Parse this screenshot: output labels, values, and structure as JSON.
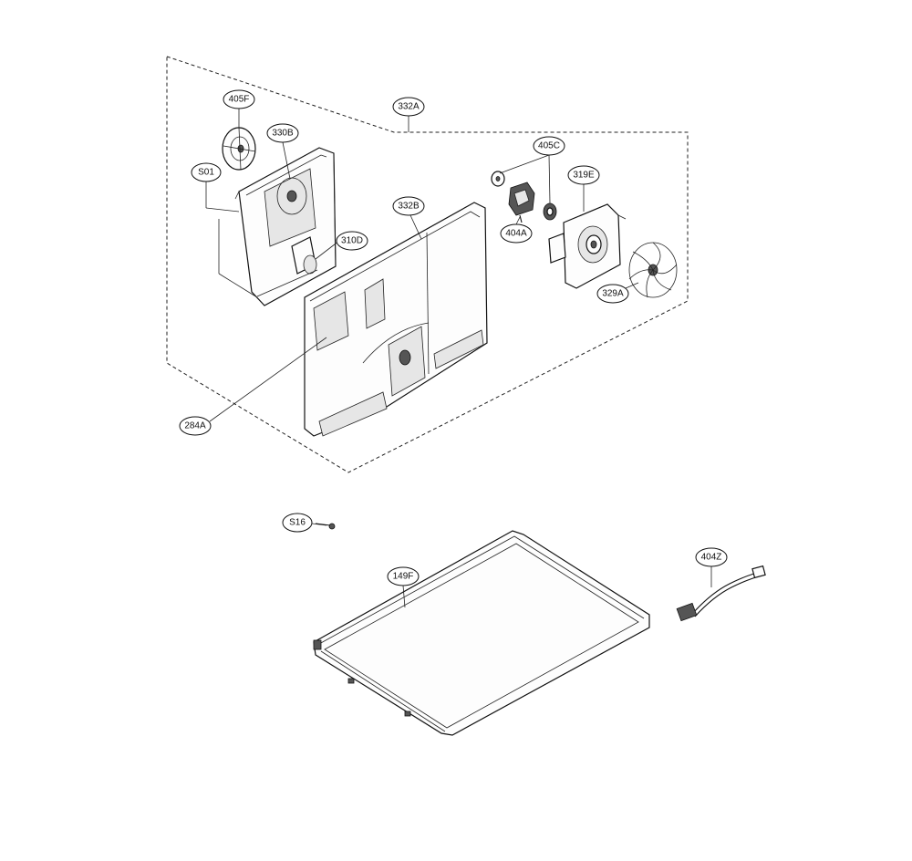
{
  "labels": {
    "l_405F": "405F",
    "l_330B": "330B",
    "l_S01": "S01",
    "l_332A": "332A",
    "l_332B": "332B",
    "l_310D": "310D",
    "l_405C": "405C",
    "l_319E": "319E",
    "l_404A": "404A",
    "l_329A": "329A",
    "l_284A": "284A",
    "l_S16": "S16",
    "l_149F": "149F",
    "l_404Z": "404Z"
  }
}
